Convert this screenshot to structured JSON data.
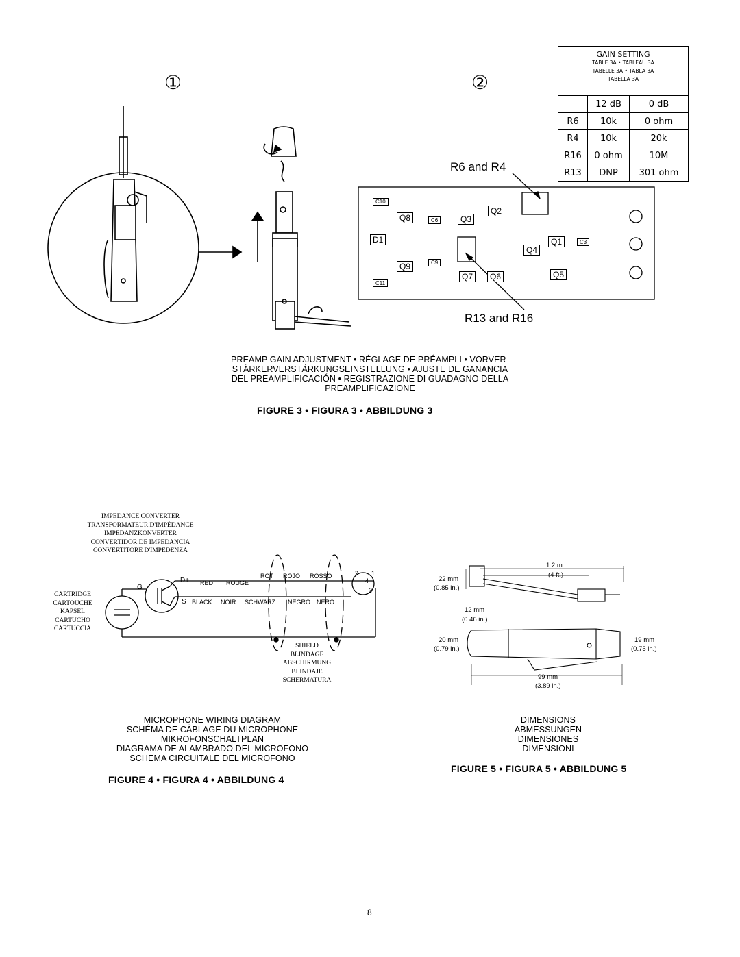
{
  "step_markers": {
    "step1": "①",
    "step2": "②"
  },
  "gain_table": {
    "title": "GAIN SETTING",
    "subtitle_1": "TABLE 3A   •   TABLEAU 3A",
    "subtitle_2": "TABELLE 3A   •   TABLA 3A",
    "subtitle_3": "TABELLA 3A",
    "columns": [
      "",
      "12 dB",
      "0 dB"
    ],
    "rows": [
      [
        "R6",
        "10k",
        "0 ohm"
      ],
      [
        "R4",
        "10k",
        "20k"
      ],
      [
        "R16",
        "0 ohm",
        "10M"
      ],
      [
        "R13",
        "DNP",
        "301 ohm"
      ]
    ]
  },
  "pcb": {
    "label_top": "R6 and R4",
    "label_bottom": "R13 and R16",
    "components": [
      "Q8",
      "Q3",
      "Q2",
      "D1",
      "Q1",
      "Q4",
      "Q9",
      "Q7",
      "Q6",
      "Q5",
      "C10",
      "C11",
      "C6",
      "C9",
      "C3"
    ]
  },
  "figure3": {
    "caption_line1": "PREAMP GAIN ADJUSTMENT • RÉGLAGE DE PRÉAMPLI • VORVER-",
    "caption_line2": "STÄRKERVERSTÄRKUNGSEINSTELLUNG • AJUSTE DE GANANCIA",
    "caption_line3": "DEL PREAMPLIFICACIÓN • REGISTRAZIONE DI GUADAGNO DELLA",
    "caption_line4": "PREAMPLIFICAZIONE",
    "title": "FIGURE 3 • FIGURA 3 • ABBILDUNG 3"
  },
  "figure4": {
    "impedance_labels": [
      "IMPEDANCE CONVERTER",
      "TRANSFORMATEUR D'IMPÉDANCE",
      "IMPEDANZKONVERTER",
      "CONVERTIDOR DE IMPEDANCIA",
      "CONVERTITORE D'IMPEDENZA"
    ],
    "cartridge_labels": [
      "CARTRIDGE",
      "CARTOUCHE",
      "KAPSEL",
      "CARTUCHO",
      "CARTUCCIA"
    ],
    "shield_labels": [
      "SHIELD",
      "BLINDAGE",
      "ABSCHIRMUNG",
      "BLINDAJE",
      "SCHERMATURA"
    ],
    "pin_g": "G",
    "pin_d": "D+",
    "pin_s": "S",
    "red_wire": [
      "RED",
      "ROUGE",
      "ROT",
      "ROJO",
      "ROSSO"
    ],
    "black_wire": [
      "BLACK",
      "NOIR",
      "SCHWARZ",
      "NEGRO",
      "NERO"
    ],
    "connector_pins": [
      "2",
      "1",
      "4",
      "3"
    ],
    "caption": [
      "MICROPHONE WIRING DIAGRAM",
      "SCHÉMA DE CÂBLAGE DU MICROPHONE",
      "MIKROFONSCHALTPLAN",
      "DIAGRAMA DE ALAMBRADO DEL MICROFONO",
      "SCHEMA CIRCUITALE DEL MICROFONO"
    ],
    "title": "FIGURE 4 • FIGURA 4 • ABBILDUNG 4"
  },
  "figure5": {
    "cable_length": "1.2  m",
    "cable_length_ft": "(4 ft.)",
    "head_height": "22 mm",
    "head_height_in": "(0.85 in.)",
    "cable_dia": "12 mm",
    "cable_dia_in": "(0.46 in.)",
    "body_left": "20 mm",
    "body_left_in": "(0.79 in.)",
    "body_right": "19 mm",
    "body_right_in": "(0.75 in.)",
    "body_length": "99 mm",
    "body_length_in": "(3.89 in.)",
    "caption": [
      "DIMENSIONS",
      "ABMESSUNGEN",
      "DIMENSIONES",
      "DIMENSIONI"
    ],
    "title": "FIGURE 5 •  FIGURA 5 • ABBILDUNG 5"
  },
  "page_number": "8"
}
